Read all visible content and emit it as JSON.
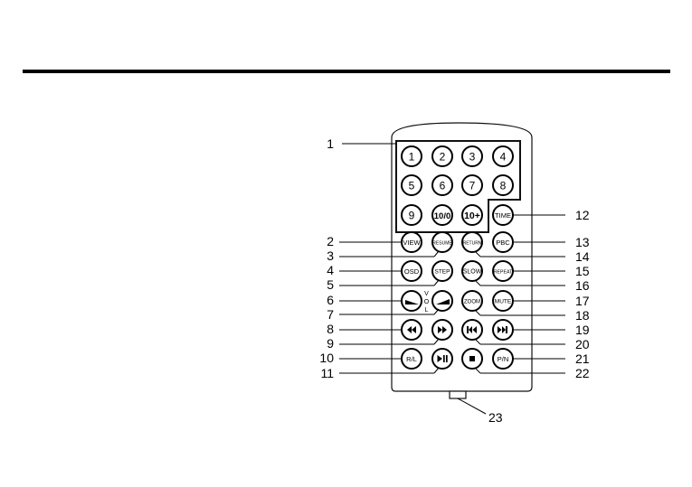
{
  "remote": {
    "num_buttons": [
      "1",
      "2",
      "3",
      "4",
      "5",
      "6",
      "7",
      "8",
      "9",
      "10/0",
      "10+"
    ],
    "buttons": {
      "time": "TIME",
      "view": "VIEW",
      "resume": "RESUME",
      "return": "RETURN",
      "pbc": "PBC",
      "osd": "OSD",
      "step": "STEP",
      "slow": "SLOW",
      "repeat": "REPEAT",
      "zoom": "ZOOM",
      "mute": "MUTE",
      "rl": "R/L",
      "pn": "P/N"
    },
    "vol_letters": [
      "V",
      "O",
      "L"
    ]
  },
  "callouts": [
    "1",
    "2",
    "3",
    "4",
    "5",
    "6",
    "7",
    "8",
    "9",
    "10",
    "11",
    "12",
    "13",
    "14",
    "15",
    "16",
    "17",
    "18",
    "19",
    "20",
    "21",
    "22",
    "23"
  ]
}
